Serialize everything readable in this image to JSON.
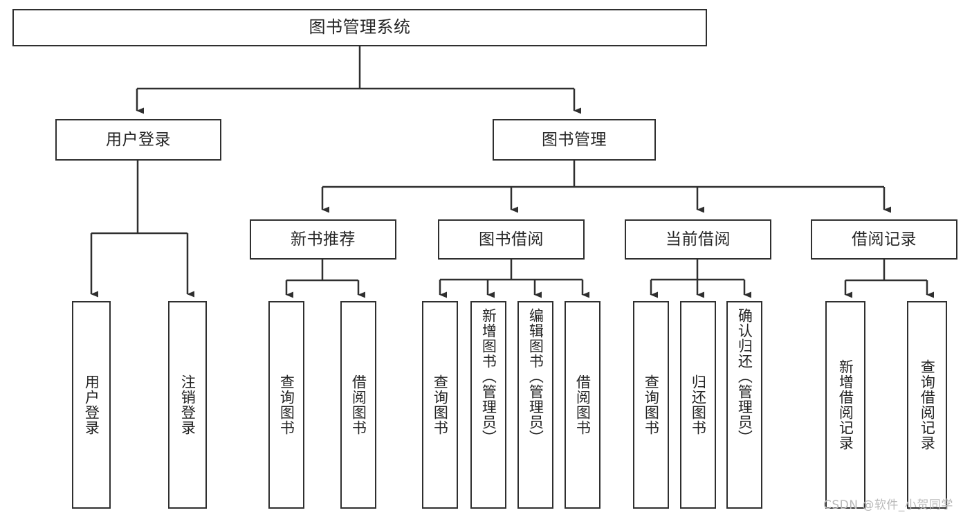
{
  "diagram": {
    "title": "图书管理系统",
    "type": "hierarchy-tree",
    "background_color": "#ffffff",
    "border_color": "#2f2f2f",
    "text_color": "#242424",
    "levels": 4
  },
  "nodes": {
    "root": {
      "label": "图书管理系统"
    },
    "level2": [
      {
        "label": "用户登录"
      },
      {
        "label": "图书管理"
      }
    ],
    "level3": [
      {
        "label": "新书推荐"
      },
      {
        "label": "图书借阅"
      },
      {
        "label": "当前借阅"
      },
      {
        "label": "借阅记录"
      }
    ],
    "leaves": {
      "user_login": [
        {
          "label": "用户登录"
        },
        {
          "label": "注销登录"
        }
      ],
      "new_book_recommend": [
        {
          "label": "查询图书"
        },
        {
          "label": "借阅图书"
        }
      ],
      "book_borrow": [
        {
          "label": "查询图书"
        },
        {
          "label": "新增图书（管理员）"
        },
        {
          "label": "编辑图书（管理员）"
        },
        {
          "label": "借阅图书"
        }
      ],
      "current_borrow": [
        {
          "label": "查询图书"
        },
        {
          "label": "归还图书"
        },
        {
          "label": "确认归还（管理员）"
        }
      ],
      "borrow_record": [
        {
          "label": "新增借阅记录"
        },
        {
          "label": "查询借阅记录"
        }
      ]
    }
  },
  "watermark": {
    "text": "CSDN @软件_小贺同学"
  }
}
